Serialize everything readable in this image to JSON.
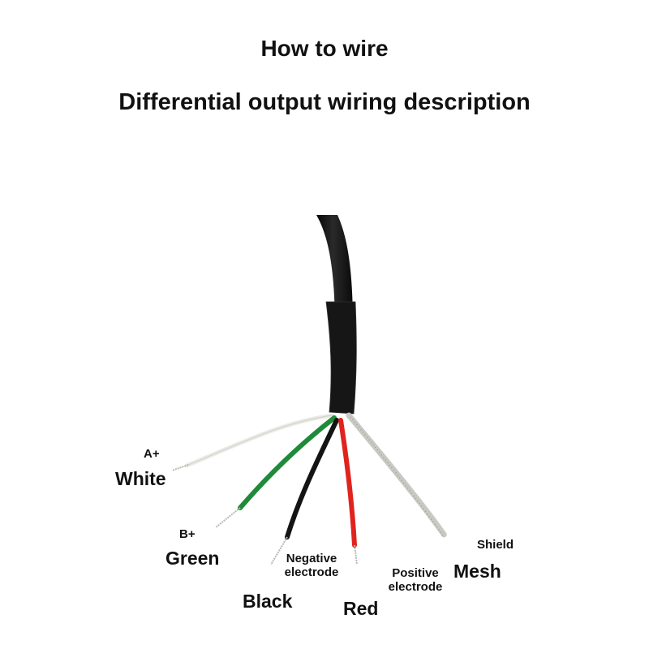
{
  "header": {
    "title": "How to wire",
    "subtitle": "Differential output wiring description"
  },
  "wires": [
    {
      "id": "white",
      "code": "A+",
      "color_name": "White",
      "hex": "#ebebe6"
    },
    {
      "id": "green",
      "code": "B+",
      "color_name": "Green",
      "hex": "#1f8a3a"
    },
    {
      "id": "black",
      "code": "Negative electrode",
      "color_name": "Black",
      "hex": "#141414"
    },
    {
      "id": "red",
      "code": "Positive electrode",
      "color_name": "Red",
      "hex": "#e0231d"
    },
    {
      "id": "mesh",
      "code": "Shield",
      "color_name": "Mesh",
      "hex": "#c9c9c4"
    }
  ],
  "labels": {
    "white_code": "A+",
    "white_name": "White",
    "green_code": "B+",
    "green_name": "Green",
    "negative_line1": "Negative",
    "negative_line2": "electrode",
    "black_name": "Black",
    "red_name": "Red",
    "positive_line1": "Positive",
    "positive_line2": "electrode",
    "shield_code": "Shield",
    "mesh_name": "Mesh"
  },
  "colors": {
    "jacket": "#1c1c1c",
    "copper": "#b9b9b4"
  }
}
